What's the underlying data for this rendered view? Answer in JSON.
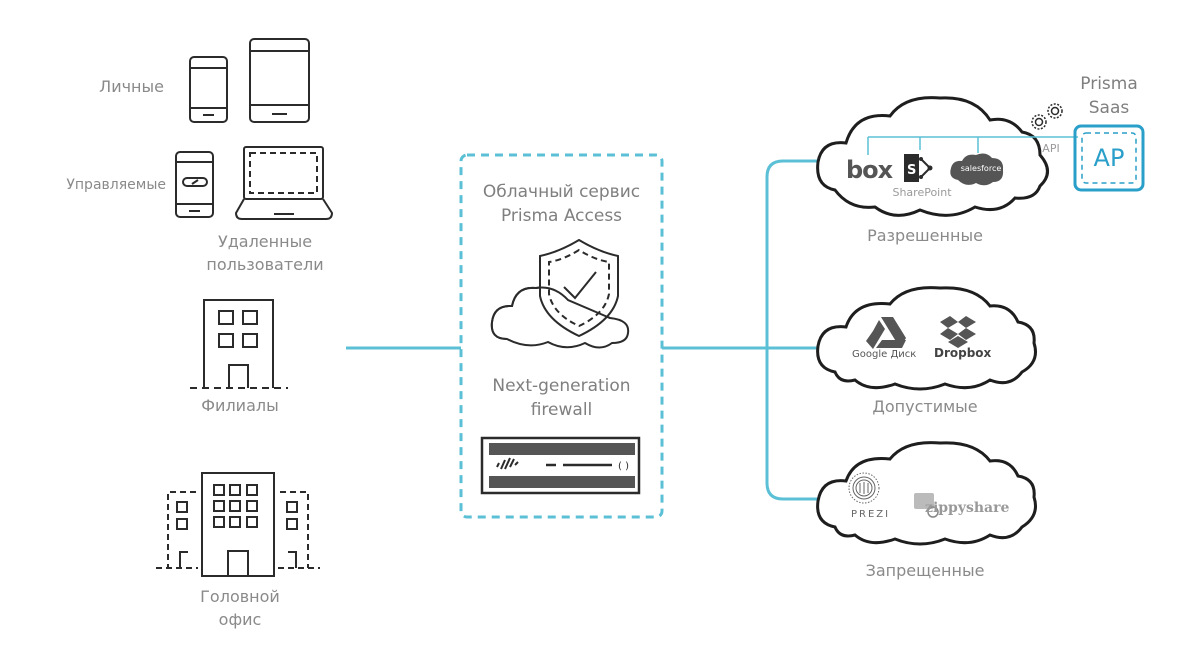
{
  "colors": {
    "connector": "#5bc0d6",
    "saas_box": "#2a9fc9",
    "icon_stroke": "#2b2b2b",
    "label": "#8a8a8a"
  },
  "left": {
    "personal_label": "Личные",
    "managed_label": "Управляемые",
    "remote_users_label_line1": "Удаленные",
    "remote_users_label_line2": "пользователи",
    "branches_label": "Филиалы",
    "hq_label_line1": "Головной",
    "hq_label_line2": "офис"
  },
  "center": {
    "cloud_service_line1": "Облачный сервис",
    "cloud_service_line2": "Prisma Access",
    "ngfw_line1": "Next-generation",
    "ngfw_line2": "firewall"
  },
  "right": {
    "sanctioned": {
      "label": "Разрешенные",
      "apps": [
        "box",
        "SharePoint",
        "salesforce"
      ]
    },
    "tolerated": {
      "label": "Допустимые",
      "apps": [
        "Google Диск",
        "Dropbox"
      ]
    },
    "unsanctioned": {
      "label": "Запрещенные",
      "apps": [
        "Prezi",
        "zippyshare"
      ]
    },
    "saas": {
      "title_line1": "Prisma",
      "title_line2": "Saas",
      "box_text": "AP",
      "api_label": "API"
    }
  },
  "icons": {
    "phone": "smartphone-icon",
    "tablet": "tablet-icon",
    "managed_phone": "managed-smartphone-icon",
    "laptop": "laptop-icon",
    "branch": "branch-building-icon",
    "hq": "headquarters-building-icon",
    "cloud_shield": "cloud-shield-icon",
    "firewall": "firewall-appliance-icon",
    "gears": "gears-icon"
  }
}
